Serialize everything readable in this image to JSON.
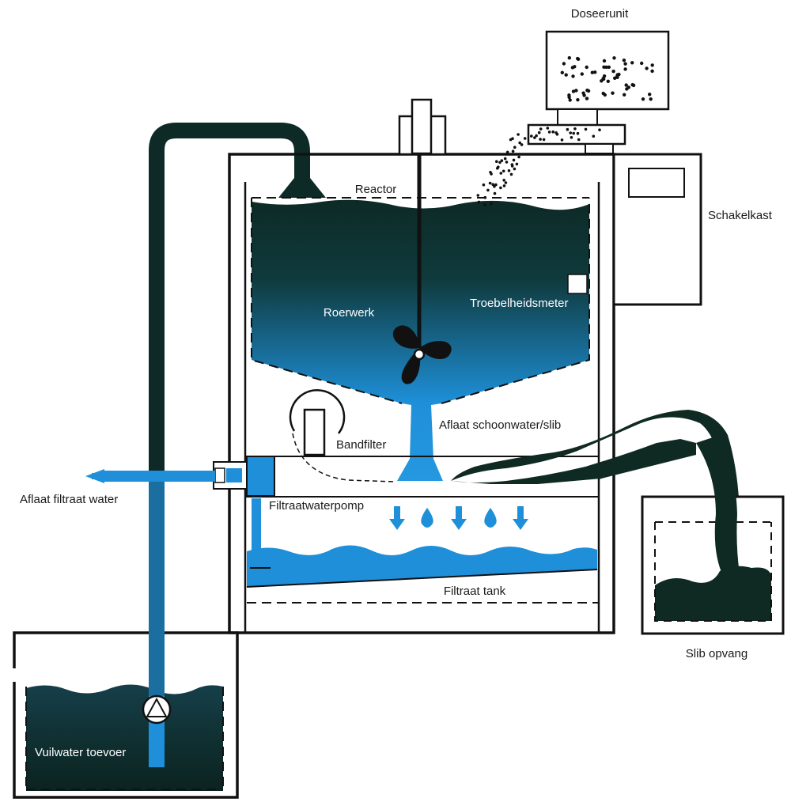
{
  "labels": {
    "doseerunit": "Doseerunit",
    "reactor": "Reactor",
    "schakelkast": "Schakelkast",
    "roerwerk": "Roerwerk",
    "troebelheidsmeter": "Troebelheidsmeter",
    "bandfilter": "Bandfilter",
    "aflaat_schoonwater_slib": "Aflaat schoonwater/slib",
    "aflaat_filtraat_water": "Aflaat filtraat water",
    "filtraatwaterpomp": "Filtraatwaterpomp",
    "filtraat_tank": "Filtraat tank",
    "slib_opvang": "Slib opvang",
    "vuilwater_toevoer": "Vuilwater toevoer"
  },
  "colors": {
    "outline": "#111111",
    "dark_water": "#0d2a26",
    "blue_water": "#1e8fd8",
    "sludge": "#0f2a22",
    "white": "#ffffff"
  }
}
